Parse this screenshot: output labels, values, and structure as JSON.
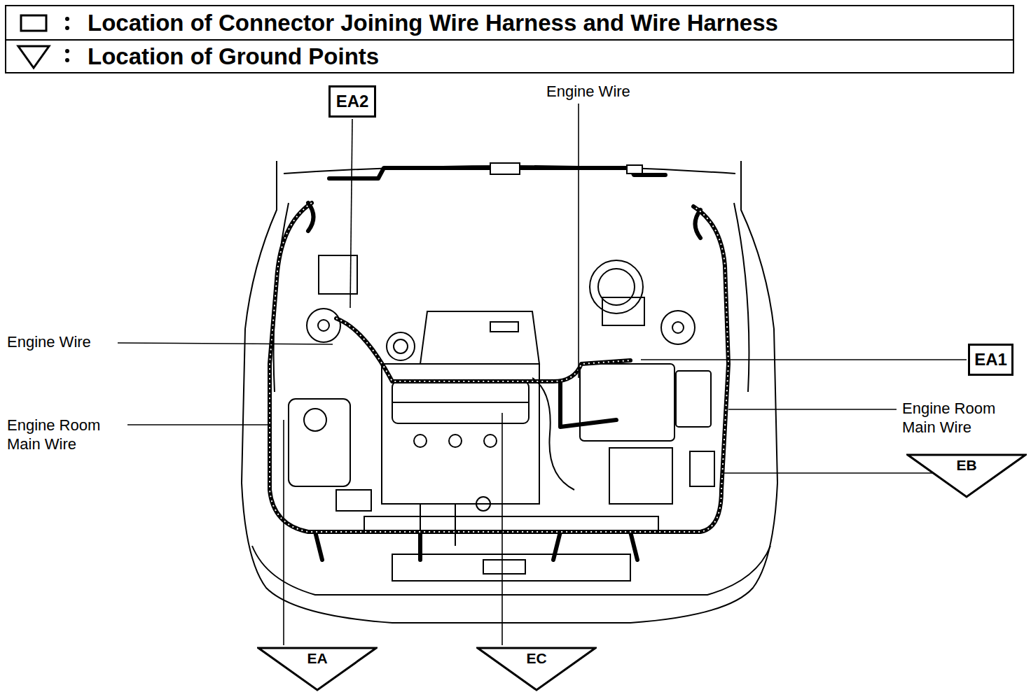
{
  "diagram": {
    "nodes": [
      {
        "text": [
          "EA2"
        ]
      },
      {
        "text": [
          "EA1"
        ]
      },
      {
        "text": [
          "EB"
        ]
      },
      {
        "text": [
          "EA"
        ]
      },
      {
        "text": [
          "EC"
        ]
      }
    ],
    "labels": [
      "Engine Wire",
      "Engine Wire",
      "Engine Room Main Wire",
      "Engine Room Main Wire"
    ],
    "legend": [
      {
        "text": "Location of Connector Joining Wire Harness and Wire Harness"
      },
      {
        "text": "Location of Ground Points"
      }
    ]
  }
}
